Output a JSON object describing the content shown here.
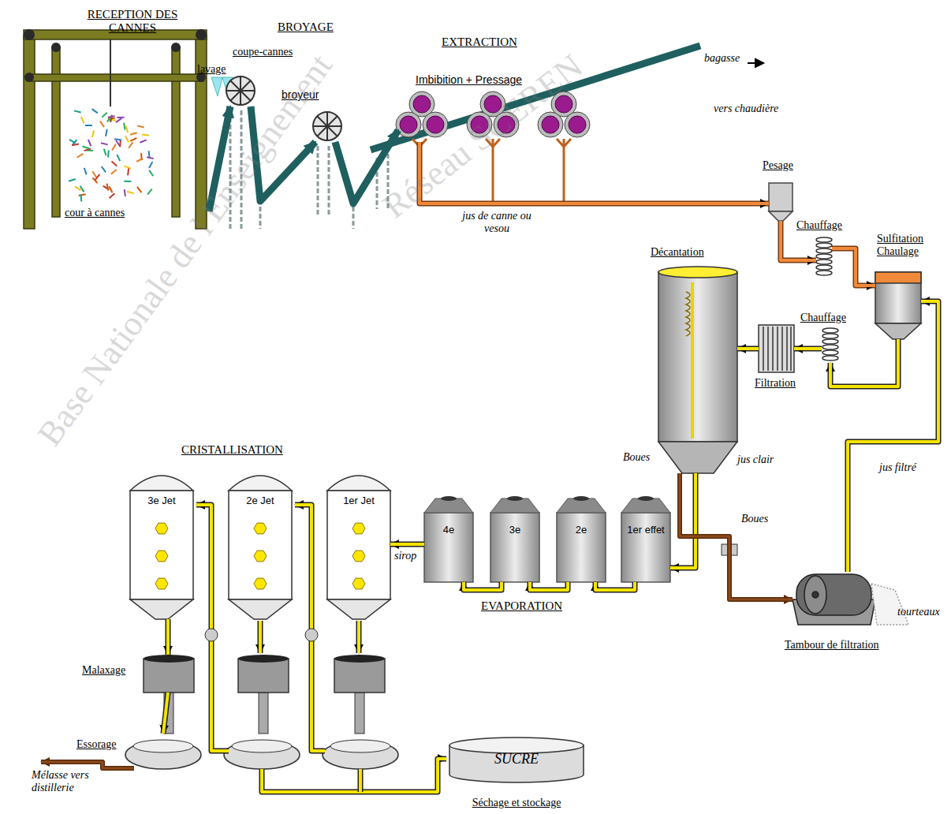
{
  "diagram": {
    "nodes": [
      {
        "text": [
          "RECEPTION DES CANNES",
          "cour à cannes"
        ]
      },
      {
        "text": [
          "coupe-cannes"
        ]
      },
      {
        "text": [
          "broyeur"
        ]
      },
      {
        "text": [
          "EXTRACTION",
          "Imbibition + Pressage"
        ]
      },
      {
        "text": [
          "Pesage"
        ]
      },
      {
        "text": [
          "Chauffage"
        ]
      },
      {
        "text": [
          "Sulfitation Chaulage"
        ]
      },
      {
        "text": [
          "Chauffage"
        ]
      },
      {
        "text": [
          "Filtration"
        ]
      },
      {
        "text": [
          "Décantation"
        ]
      },
      {
        "text": [
          "Tambour de filtration"
        ]
      },
      {
        "text": [
          "1er effet"
        ]
      },
      {
        "text": [
          "2e"
        ]
      },
      {
        "text": [
          "3e"
        ]
      },
      {
        "text": [
          "4e"
        ]
      },
      {
        "text": [
          "1er Jet"
        ]
      },
      {
        "text": [
          "2e Jet"
        ]
      },
      {
        "text": [
          "3e Jet"
        ]
      },
      {
        "text": [
          "Malaxage"
        ]
      },
      {
        "text": [
          "Essorage"
        ]
      },
      {
        "text": [
          "SUCRE",
          "Séchage et stockage"
        ]
      }
    ],
    "edges": [
      {
        "from": 0,
        "to": 1,
        "arrow": "to"
      },
      {
        "from": 1,
        "to": 2,
        "arrow": "to"
      },
      {
        "from": 2,
        "to": 3,
        "arrow": "to"
      },
      {
        "from": 3,
        "to": 4,
        "label": "jus de canne ou vesou",
        "arrow": "to"
      },
      {
        "from": 4,
        "to": 5,
        "arrow": "to"
      },
      {
        "from": 5,
        "to": 6,
        "arrow": "to"
      },
      {
        "from": 6,
        "to": 7,
        "arrow": "to"
      },
      {
        "from": 7,
        "to": 8,
        "arrow": "to"
      },
      {
        "from": 8,
        "to": 9,
        "arrow": "to"
      },
      {
        "from": 9,
        "to": 11,
        "label": "jus clair",
        "arrow": "to"
      },
      {
        "from": 9,
        "to": 10,
        "label": "Boues",
        "arrow": "to"
      },
      {
        "from": 10,
        "to": 6,
        "label": "jus filtré",
        "arrow": "to"
      },
      {
        "from": 11,
        "to": 12,
        "arrow": "to"
      },
      {
        "from": 12,
        "to": 13,
        "arrow": "to"
      },
      {
        "from": 13,
        "to": 14,
        "arrow": "to"
      },
      {
        "from": 14,
        "to": 15,
        "label": "sirop",
        "arrow": "to"
      },
      {
        "from": 17,
        "to": 18,
        "arrow": "to"
      },
      {
        "from": 18,
        "to": 19,
        "arrow": "to"
      }
    ],
    "labels": [
      "BROYAGE",
      "lavage",
      "bagasse",
      "vers chaudière",
      "Boues",
      "tourteaux",
      "CRISTALLISATION",
      "EVAPORATION",
      "Mélasse vers distillerie",
      "Base Nationale de l'Enseignement",
      "Réseau SCEREN"
    ]
  }
}
